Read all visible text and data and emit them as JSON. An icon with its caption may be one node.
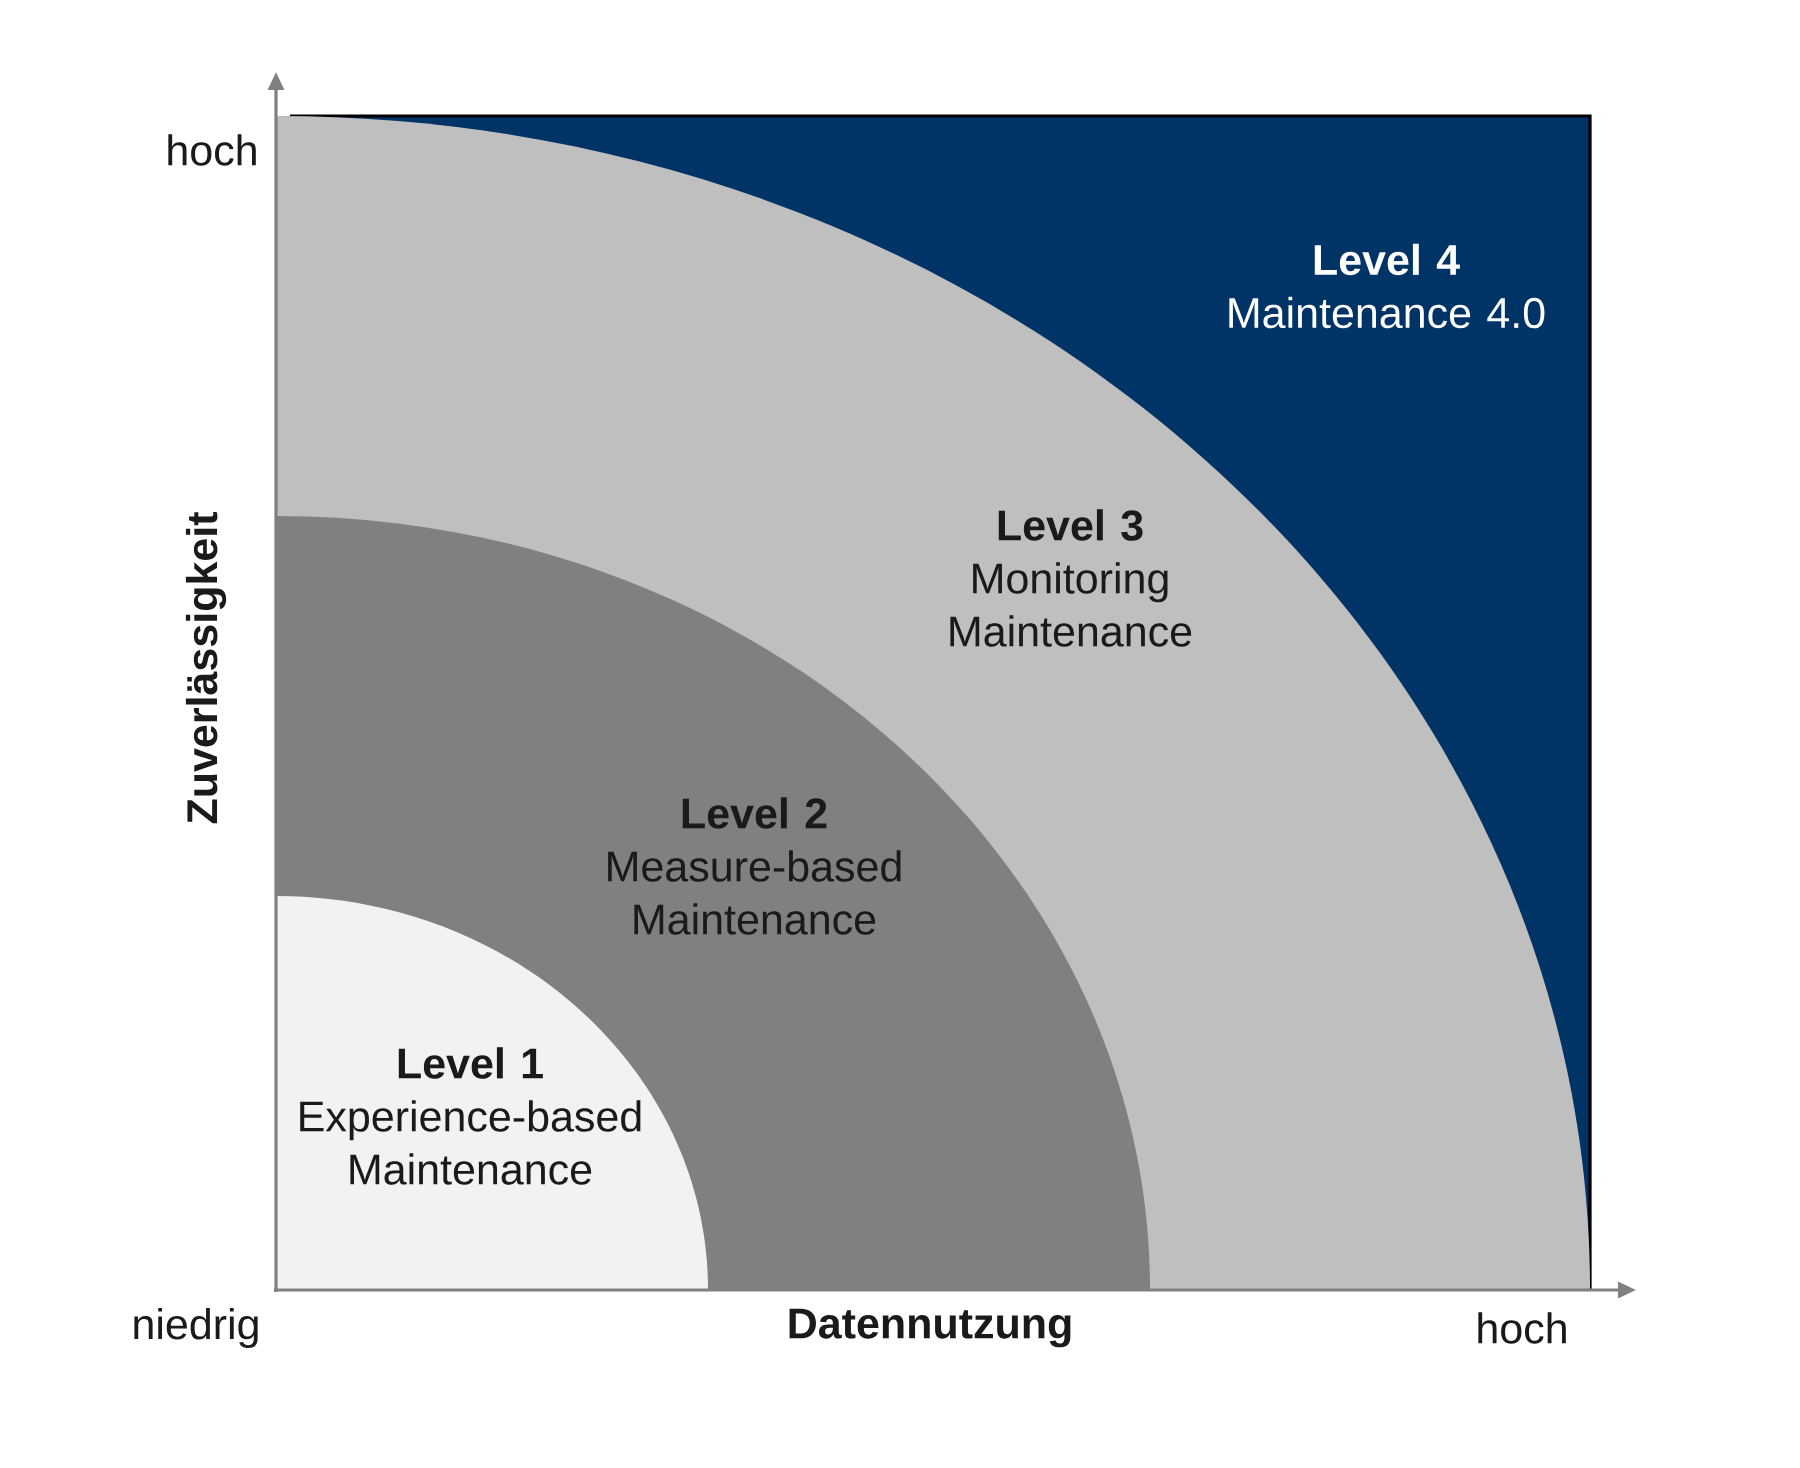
{
  "diagram": {
    "nodes": [
      {
        "text": [
          "Level 4",
          "Maintenance 4.0"
        ]
      },
      {
        "text": [
          "Level 3",
          "Monitoring Maintenance"
        ],
        "in": 0
      },
      {
        "text": [
          "Level 2",
          "Measure-based Maintenance"
        ],
        "in": 1
      },
      {
        "text": [
          "Level 1",
          "Experience-based Maintenance"
        ],
        "in": 2
      }
    ],
    "labels": [
      "hoch",
      "Zuverlässigkeit",
      "niedrig",
      "Datennutzung",
      "hoch"
    ]
  }
}
